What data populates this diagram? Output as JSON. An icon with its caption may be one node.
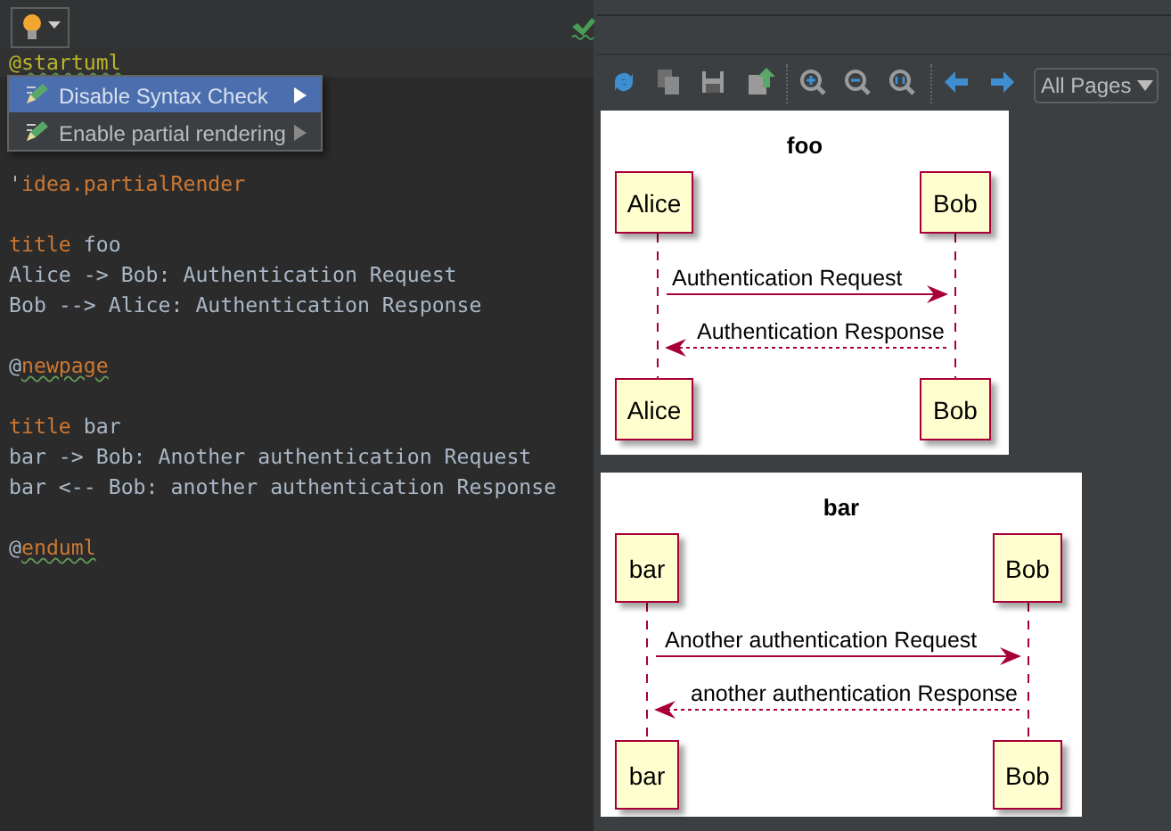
{
  "diagram": {
    "nodes": [
      {
        "text": [
          "foo"
        ]
      },
      {
        "text": [
          "Alice"
        ],
        "in": 0
      },
      {
        "text": [
          "Bob"
        ],
        "in": 0
      },
      {
        "text": [],
        "shape": "bar",
        "in": 0
      },
      {
        "text": [],
        "shape": "bar",
        "in": 0
      },
      {
        "text": [
          "Alice"
        ],
        "in": 0
      },
      {
        "text": [
          "Bob"
        ],
        "in": 0
      },
      {
        "text": [
          "bar"
        ]
      },
      {
        "text": [
          "bar"
        ],
        "in": 7
      },
      {
        "text": [
          "Bob"
        ],
        "in": 7
      },
      {
        "text": [],
        "shape": "bar",
        "in": 7
      },
      {
        "text": [],
        "shape": "bar",
        "in": 7
      },
      {
        "text": [
          "bar"
        ],
        "in": 7
      },
      {
        "text": [
          "Bob"
        ],
        "in": 7
      }
    ],
    "edges": [
      {
        "from": 3,
        "to": 4,
        "arrow": "to",
        "label": "Authentication Request"
      },
      {
        "from": 4,
        "to": 3,
        "arrow": "to",
        "style": "dashed",
        "label": "Authentication Response"
      },
      {
        "from": 10,
        "to": 11,
        "arrow": "to",
        "label": "Another authentication Request"
      },
      {
        "from": 11,
        "to": 10,
        "arrow": "to",
        "style": "dashed",
        "label": "another authentication Response"
      }
    ],
    "labels": [
      "@startuml",
      "Disable Syntax Check",
      "Enable partial rendering",
      "'idea.partialRender",
      "title foo",
      "Alice -> Bob: Authentication Request",
      "Bob --> Alice: Authentication Response",
      "@newpage",
      "title bar",
      "bar -> Bob: Another authentication Request",
      "bar <-- Bob: another authentication Response",
      "@enduml",
      "All Pages"
    ]
  }
}
